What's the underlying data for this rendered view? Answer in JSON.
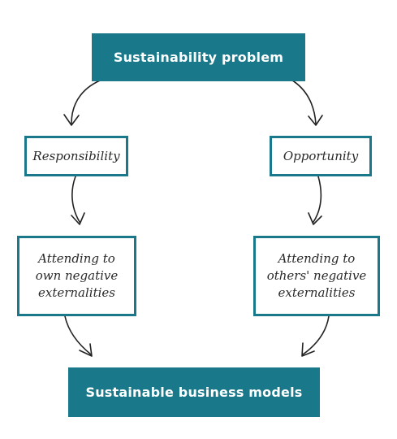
{
  "nodes": {
    "sustainability_problem": "Sustainability problem",
    "responsibility": "Responsibility",
    "opportunity": "Opportunity",
    "own_negative": [
      "Attending to",
      "own negative",
      "externalities"
    ],
    "others_negative": [
      "Attending to",
      "others' negative",
      "externalities"
    ],
    "sustainable_business_models": "Sustainable business models"
  },
  "colors": {
    "accent": "#19788a",
    "arrow": "#222222",
    "text_dark": "#2a2a2a"
  }
}
